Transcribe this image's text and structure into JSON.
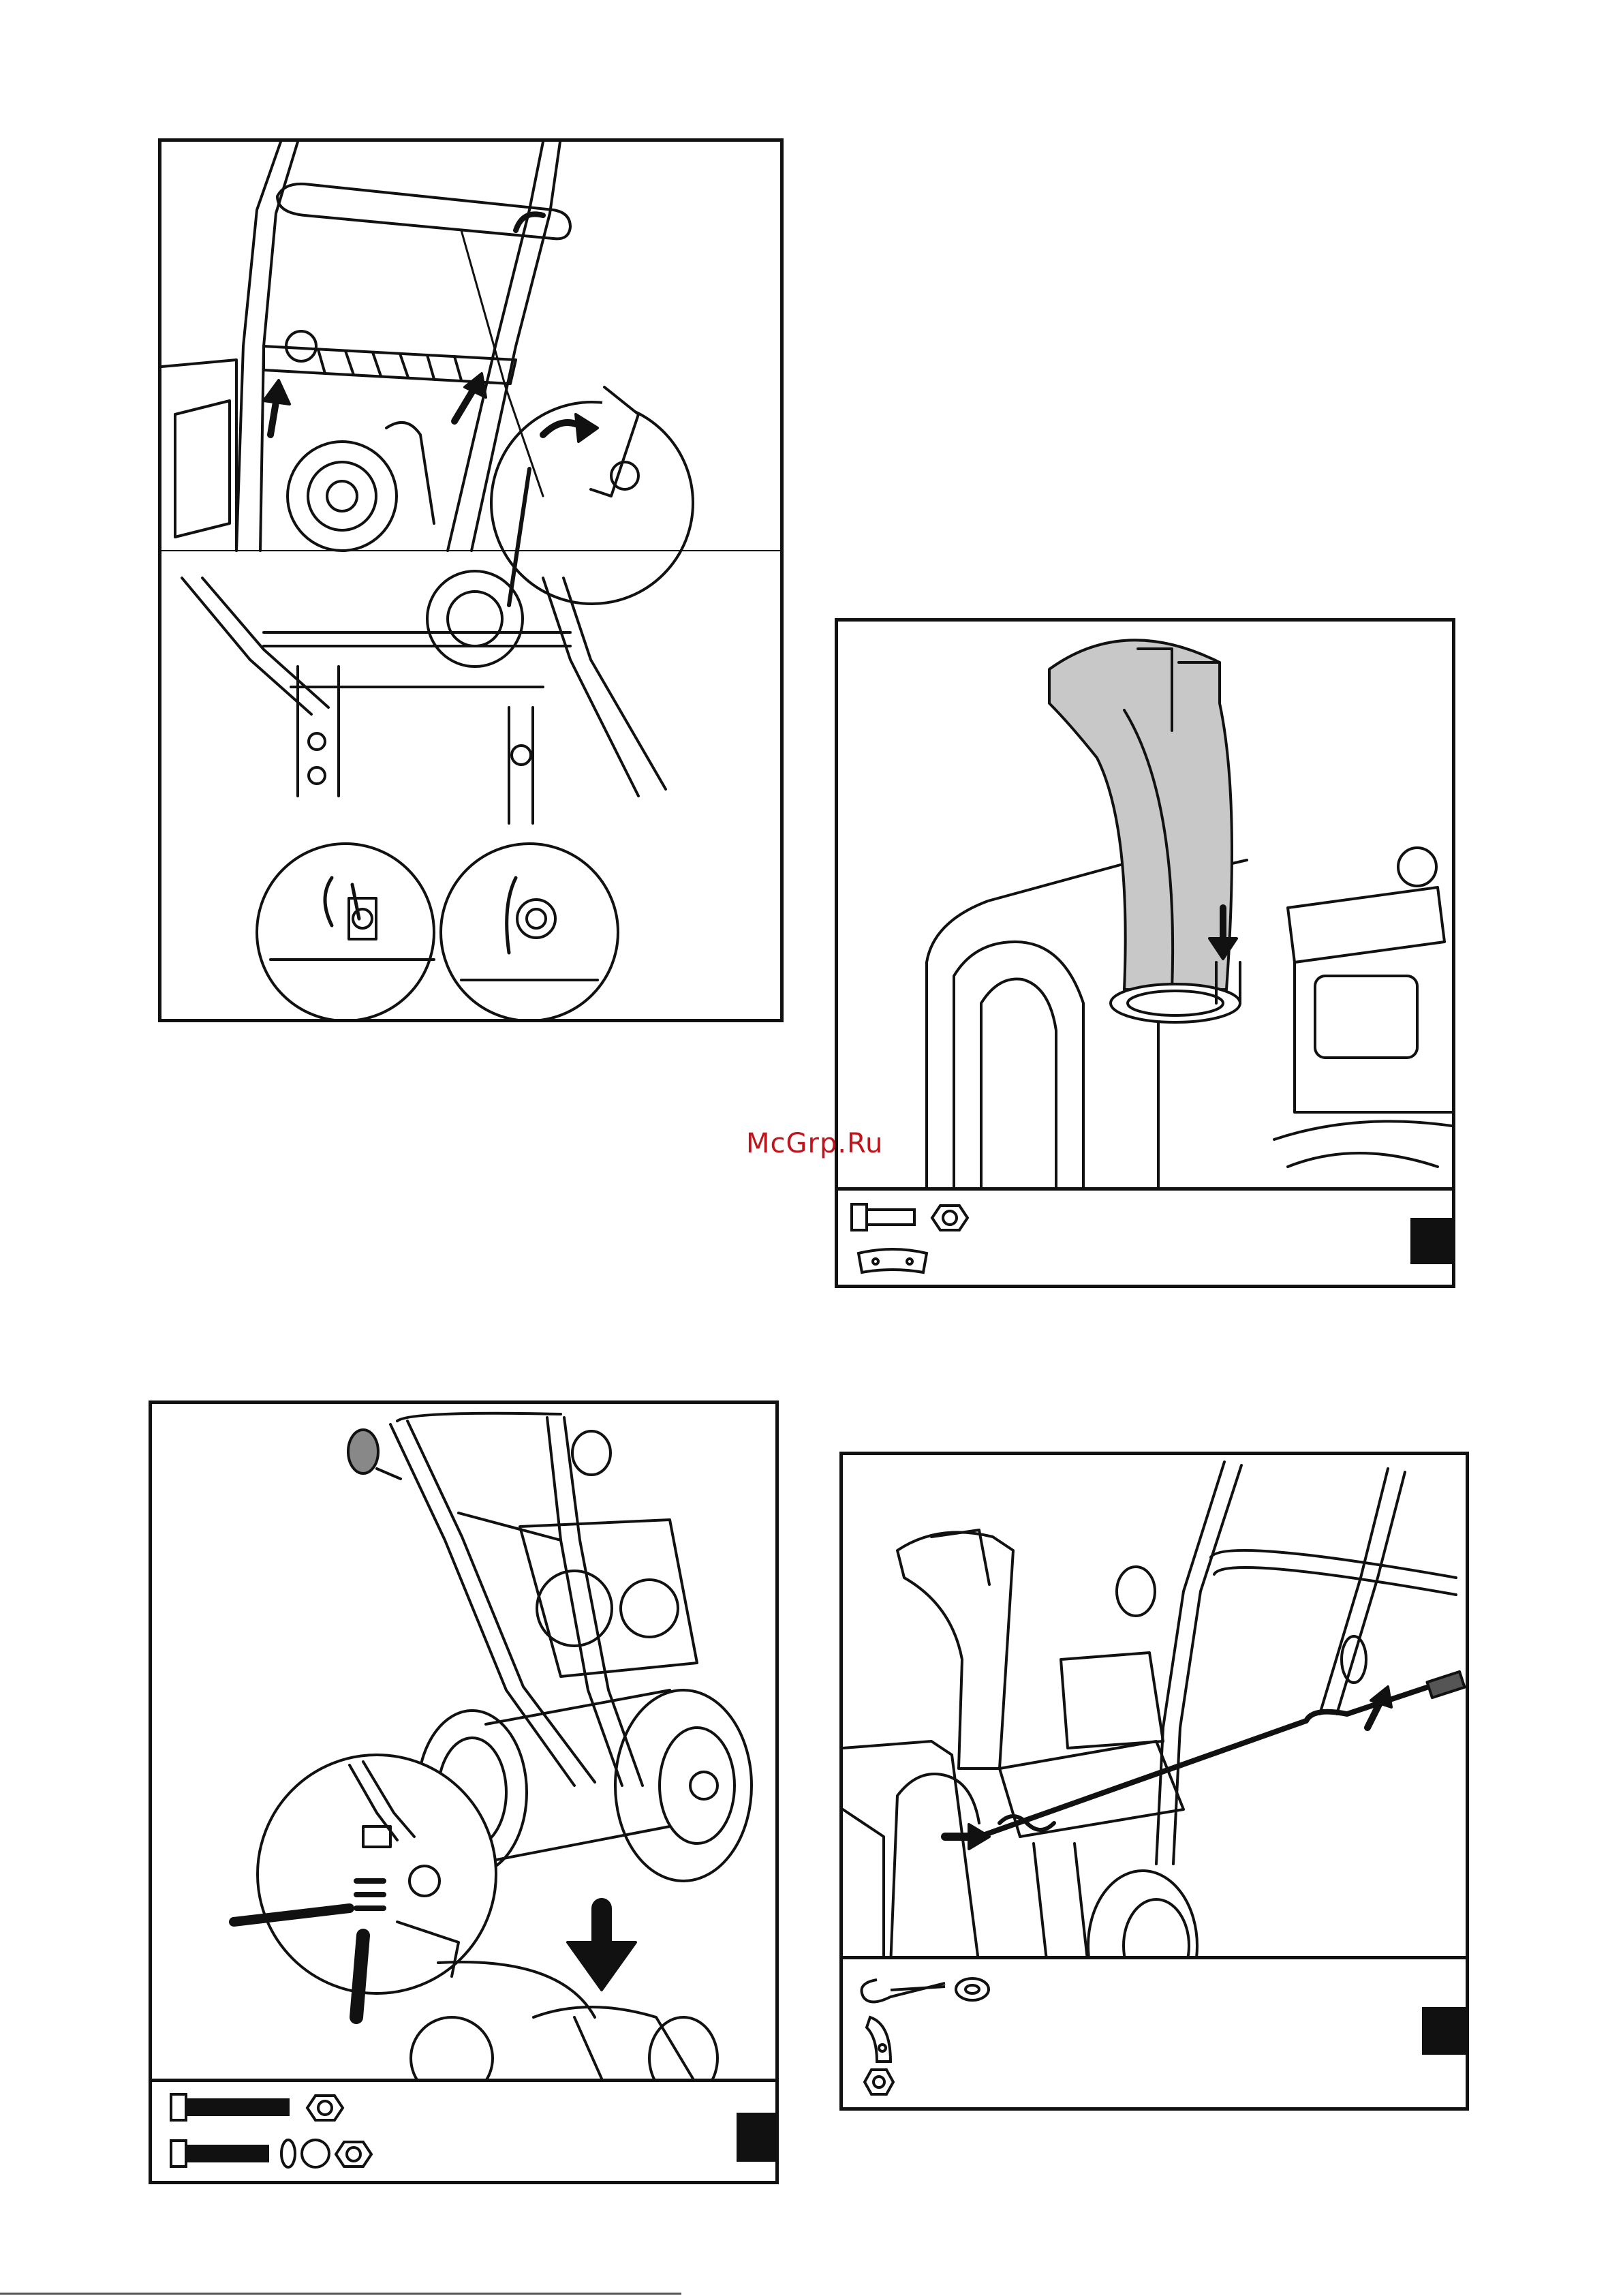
{
  "watermark": {
    "text": "McGrp.Ru",
    "color": "#c0141c"
  },
  "panels": [
    {
      "id": "handle-cable-routing",
      "parts": []
    },
    {
      "id": "chute-mounting",
      "parts": [
        "bolt-icon",
        "flange-nut-icon",
        "chute-clamp-icon"
      ]
    },
    {
      "id": "lower-handle-mounting",
      "parts": [
        "long-bolt-icon",
        "lock-nut-icon",
        "bolt-with-washers-icon",
        "lock-nut-icon"
      ]
    },
    {
      "id": "chute-rod-mounting",
      "parts": [
        "hair-pin-icon",
        "flat-washer-icon",
        "rod-bracket-icon",
        "hex-nut-icon"
      ]
    }
  ],
  "colors": {
    "line": "#111111",
    "chute_fill": "#c8c8c8",
    "page": "#ffffff"
  }
}
